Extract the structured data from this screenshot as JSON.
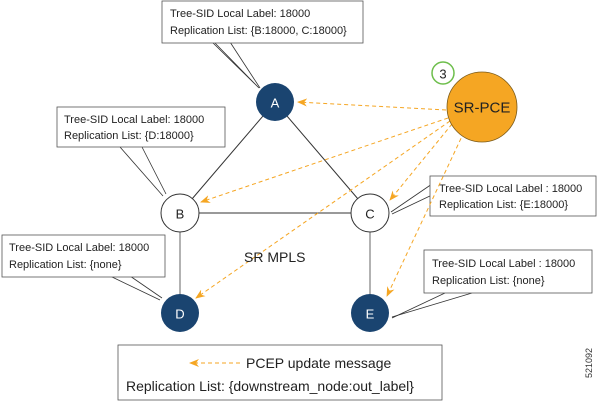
{
  "diagram": {
    "network_label": "SR MPLS",
    "step_badge": "3",
    "figure_id": "521092",
    "controller": {
      "label": "SR-PCE",
      "color": "#F5A623"
    },
    "colors": {
      "headend_node": "#1A4470",
      "transit_node": "#FFFFFF",
      "pcep_arrow": "#F5A623",
      "step_badge_ring": "#6DBE4B"
    },
    "nodes": [
      {
        "id": "A",
        "label": "A",
        "type": "filled"
      },
      {
        "id": "B",
        "label": "B",
        "type": "hollow"
      },
      {
        "id": "C",
        "label": "C",
        "type": "hollow"
      },
      {
        "id": "D",
        "label": "D",
        "type": "filled"
      },
      {
        "id": "E",
        "label": "E",
        "type": "filled"
      }
    ],
    "links": [
      {
        "from": "A",
        "to": "B"
      },
      {
        "from": "A",
        "to": "C"
      },
      {
        "from": "B",
        "to": "C"
      },
      {
        "from": "B",
        "to": "D"
      },
      {
        "from": "C",
        "to": "E"
      }
    ],
    "pcep_messages": [
      {
        "from": "SR-PCE",
        "to": "A"
      },
      {
        "from": "SR-PCE",
        "to": "B"
      },
      {
        "from": "SR-PCE",
        "to": "C"
      },
      {
        "from": "SR-PCE",
        "to": "D"
      },
      {
        "from": "SR-PCE",
        "to": "E"
      }
    ],
    "callouts": {
      "A": {
        "line1": "Tree-SID Local Label: 18000",
        "line2": "Replication List: {B:18000, C:18000}"
      },
      "B": {
        "line1": "Tree-SID Local Label: 18000",
        "line2": "Replication List: {D:18000}"
      },
      "C": {
        "line1": "Tree-SID Local Label : 18000",
        "line2": "Replication List: {E:18000}"
      },
      "D": {
        "line1": "Tree-SID Local Label: 18000",
        "line2": "Replication List: {none}"
      },
      "E": {
        "line1": "Tree-SID Local Label : 18000",
        "line2": "Replication List: {none}"
      }
    },
    "legend": {
      "pcep_label": "PCEP update message",
      "replication_format": "Replication List: {downstream_node:out_label}"
    }
  }
}
